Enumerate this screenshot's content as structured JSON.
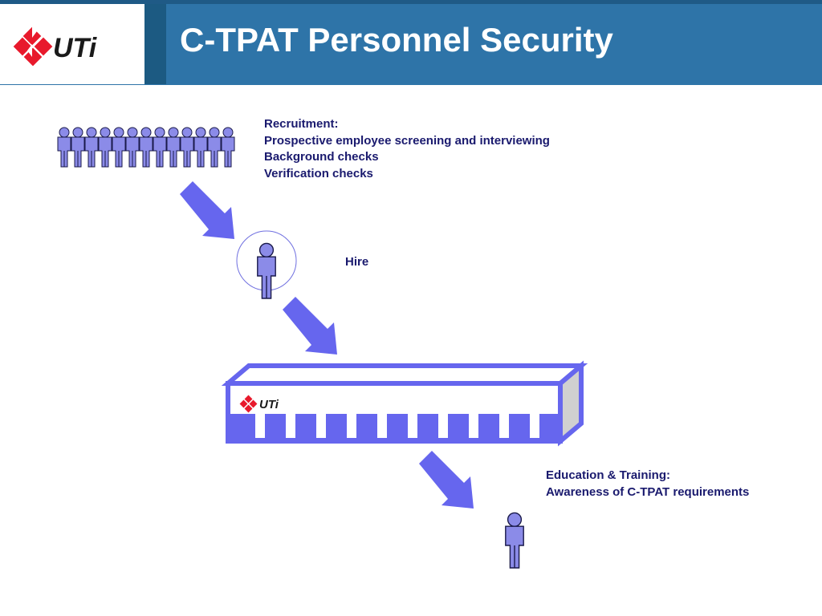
{
  "header": {
    "title": "C-TPAT Personnel Security",
    "logo_text": "UTi"
  },
  "recruitment": {
    "heading": "Recruitment:",
    "items": [
      "Prospective employee screening and interviewing",
      "Background checks",
      "Verification checks"
    ]
  },
  "hire": {
    "label": "Hire"
  },
  "education": {
    "heading": "Education & Training:",
    "items": [
      "Awareness of C-TPAT requirements"
    ]
  },
  "building": {
    "logo_text": "UTi"
  },
  "colors": {
    "header_bg": "#2e74a8",
    "figure_fill": "#8b8be8",
    "arrow_fill": "#6666ee",
    "text": "#1a1a6e",
    "logo_red": "#e8192c"
  }
}
